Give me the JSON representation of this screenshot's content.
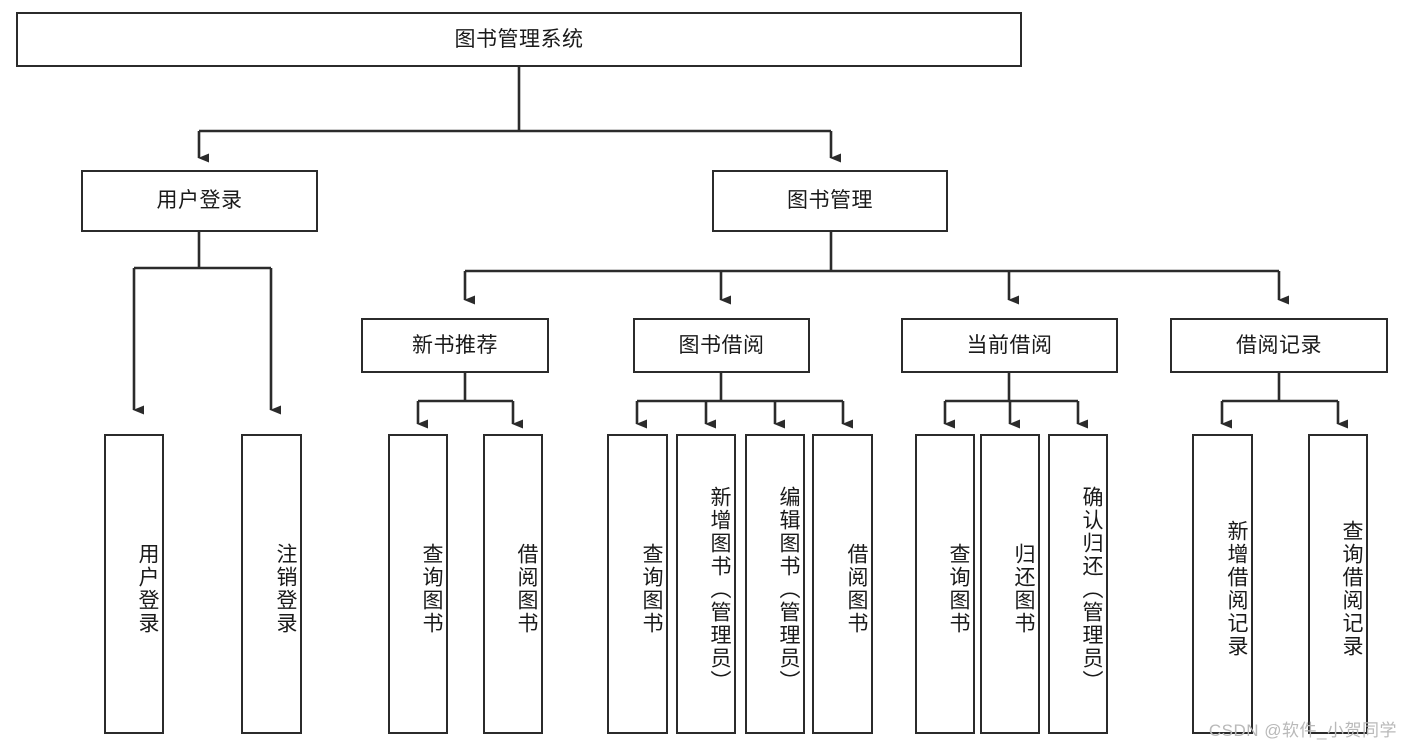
{
  "diagram": {
    "title_node": {
      "label": "图书管理系统"
    },
    "level2": [
      {
        "id": "user-login",
        "label": "用户登录"
      },
      {
        "id": "book-management",
        "label": "图书管理"
      }
    ],
    "level3": [
      {
        "id": "new-book-recommend",
        "label": "新书推荐"
      },
      {
        "id": "book-borrow",
        "label": "图书借阅"
      },
      {
        "id": "current-borrow",
        "label": "当前借阅"
      },
      {
        "id": "borrow-record",
        "label": "借阅记录"
      }
    ],
    "leaves": {
      "user_login": [
        {
          "id": "leaf-user-login",
          "label": "用户登录"
        },
        {
          "id": "leaf-logout-login",
          "label": "注销登录"
        }
      ],
      "new_book_recommend": [
        {
          "id": "leaf-query-book-1",
          "label": "查询图书"
        },
        {
          "id": "leaf-borrow-book-1",
          "label": "借阅图书"
        }
      ],
      "book_borrow": [
        {
          "id": "leaf-query-book-2",
          "label": "查询图书"
        },
        {
          "id": "leaf-add-book",
          "label": "新增图书（管理员）"
        },
        {
          "id": "leaf-edit-book",
          "label": "编辑图书（管理员）"
        },
        {
          "id": "leaf-borrow-book-2",
          "label": "借阅图书"
        }
      ],
      "current_borrow": [
        {
          "id": "leaf-query-book-3",
          "label": "查询图书"
        },
        {
          "id": "leaf-return-book",
          "label": "归还图书"
        },
        {
          "id": "leaf-confirm-return",
          "label": "确认归还（管理员）"
        }
      ],
      "borrow_record": [
        {
          "id": "leaf-add-record",
          "label": "新增借阅记录"
        },
        {
          "id": "leaf-query-record",
          "label": "查询借阅记录"
        }
      ]
    },
    "watermark": "CSDN @软件_小贺同学",
    "colors": {
      "border": "#2b2b2b",
      "text": "#1a1a1a",
      "background": "#ffffff",
      "watermark": "#b9b9b9"
    }
  }
}
